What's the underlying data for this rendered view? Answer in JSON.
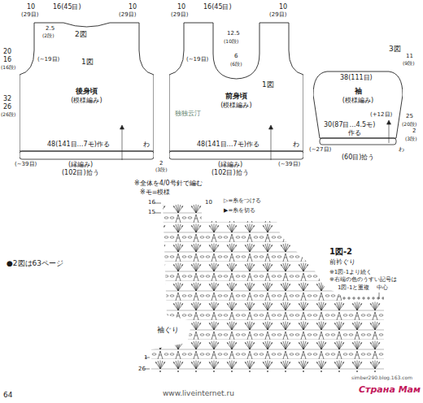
{
  "diagram": {
    "nodes": [
      {
        "text": [
          "後身頃",
          "(模様編み)"
        ]
      },
      {
        "text": [
          "前身頃",
          "(模様編み)"
        ]
      },
      {
        "text": [
          "袖",
          "(模様編み)"
        ]
      }
    ],
    "labels": [
      "10",
      "16(45目)",
      "10",
      "(29目)",
      "(29目)",
      "2図",
      "2.5",
      "(2段)",
      "1図",
      "(~19目)",
      "20",
      "16",
      "(16段)",
      "32",
      "26",
      "(26段)",
      "48(141目…7モ)作る",
      "(~39目)",
      "(縁編み)",
      "(102目)拾う",
      "わ",
      "2",
      "(3段)",
      "10",
      "16(45目)",
      "10",
      "(29目)",
      "(29目)",
      "12.5",
      "(10段)",
      "6",
      "(6段)",
      "1図",
      "(~19目)",
      "48(141目…7モ)作る",
      "(~39目)",
      "(縁編み)",
      "(102目)拾う",
      "わ",
      "3図",
      "11",
      "(9段)",
      "38(111目)",
      "(+12目)",
      "25",
      "(20段)",
      "30(87目…4.5モ)",
      "作る",
      "(~27目)",
      "(60目)拾う",
      "わ",
      "2",
      "(3段)",
      "※全体を4/0号針で編む",
      "※モ=模様",
      "●2図は63ページ",
      "独独云汀",
      "16",
      "15",
      "10",
      "▷=糸をつける",
      "▶=糸を切る",
      "1図-2",
      "前衿ぐり",
      "※1図-1より続く",
      "※右端の色のうすい記号は",
      "1図-1と重複",
      "中心",
      "袖ぐり",
      "1",
      "26",
      "64",
      "www.liveinternet.ru",
      "simber290.blog.163.com",
      "Страна Мам"
    ]
  }
}
